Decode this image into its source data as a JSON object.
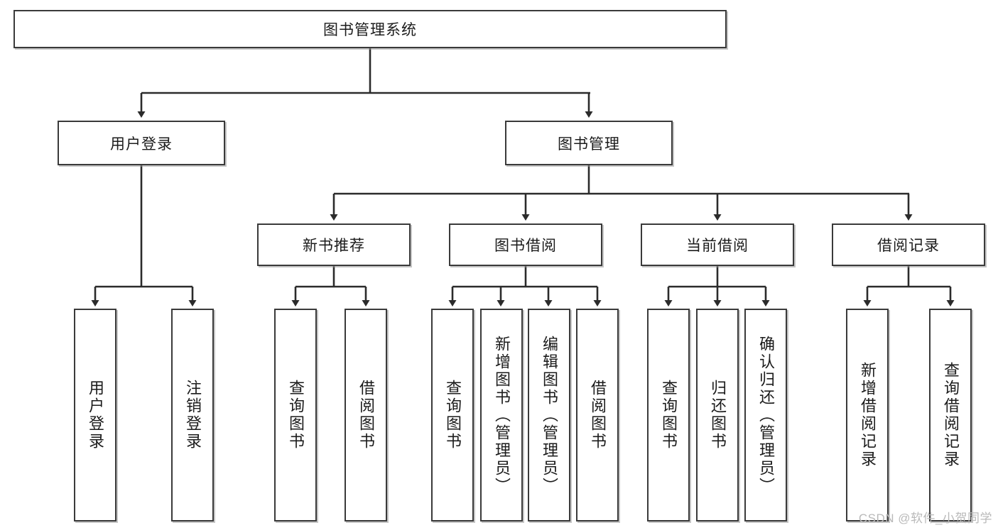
{
  "diagram": {
    "type": "tree",
    "title": "图书管理系统",
    "watermark": "CSDN @软件_小贺同学",
    "colors": {
      "box_border": "#3a3a3a",
      "box_fill": "#ffffff",
      "connector": "#2b2b2b",
      "text": "#1b1b1b",
      "watermark": "#b9b9b9"
    },
    "nodes": {
      "root": {
        "label": "图书管理系统",
        "level": 1,
        "orientation": "horizontal"
      },
      "l2": [
        {
          "id": "user-login",
          "label": "用户登录",
          "level": 2,
          "orientation": "horizontal"
        },
        {
          "id": "book-manage",
          "label": "图书管理",
          "level": 2,
          "orientation": "horizontal"
        }
      ],
      "l3": [
        {
          "id": "new-book-rec",
          "label": "新书推荐",
          "level": 3,
          "orientation": "horizontal"
        },
        {
          "id": "book-borrow",
          "label": "图书借阅",
          "level": 3,
          "orientation": "horizontal"
        },
        {
          "id": "current-borrow",
          "label": "当前借阅",
          "level": 3,
          "orientation": "horizontal"
        },
        {
          "id": "borrow-record",
          "label": "借阅记录",
          "level": 3,
          "orientation": "horizontal"
        }
      ],
      "leaves": [
        {
          "id": "leaf-user-login",
          "label": "用户登录",
          "parent": "user-login",
          "orientation": "vertical"
        },
        {
          "id": "leaf-logout",
          "label": "注销登录",
          "parent": "user-login",
          "orientation": "vertical"
        },
        {
          "id": "leaf-query-book-1",
          "label": "查询图书",
          "parent": "new-book-rec",
          "orientation": "vertical"
        },
        {
          "id": "leaf-borrow-book-1",
          "label": "借阅图书",
          "parent": "new-book-rec",
          "orientation": "vertical"
        },
        {
          "id": "leaf-query-book-2",
          "label": "查询图书",
          "parent": "book-borrow",
          "orientation": "vertical"
        },
        {
          "id": "leaf-add-book",
          "label": "新增图书（管理员）",
          "parent": "book-borrow",
          "orientation": "vertical"
        },
        {
          "id": "leaf-edit-book",
          "label": "编辑图书（管理员）",
          "parent": "book-borrow",
          "orientation": "vertical"
        },
        {
          "id": "leaf-borrow-book-2",
          "label": "借阅图书",
          "parent": "book-borrow",
          "orientation": "vertical"
        },
        {
          "id": "leaf-query-book-3",
          "label": "查询图书",
          "parent": "current-borrow",
          "orientation": "vertical"
        },
        {
          "id": "leaf-return-book",
          "label": "归还图书",
          "parent": "current-borrow",
          "orientation": "vertical"
        },
        {
          "id": "leaf-confirm-return",
          "label": "确认归还（管理员）",
          "parent": "current-borrow",
          "orientation": "vertical"
        },
        {
          "id": "leaf-add-record",
          "label": "新增借阅记录",
          "parent": "borrow-record",
          "orientation": "vertical"
        },
        {
          "id": "leaf-query-record",
          "label": "查询借阅记录",
          "parent": "borrow-record",
          "orientation": "vertical"
        }
      ]
    },
    "edges": [
      {
        "from": "root",
        "to": "user-login"
      },
      {
        "from": "root",
        "to": "book-manage"
      },
      {
        "from": "book-manage",
        "to": "new-book-rec"
      },
      {
        "from": "book-manage",
        "to": "book-borrow"
      },
      {
        "from": "book-manage",
        "to": "current-borrow"
      },
      {
        "from": "book-manage",
        "to": "borrow-record"
      },
      {
        "from": "user-login",
        "to": "leaf-user-login"
      },
      {
        "from": "user-login",
        "to": "leaf-logout"
      },
      {
        "from": "new-book-rec",
        "to": "leaf-query-book-1"
      },
      {
        "from": "new-book-rec",
        "to": "leaf-borrow-book-1"
      },
      {
        "from": "book-borrow",
        "to": "leaf-query-book-2"
      },
      {
        "from": "book-borrow",
        "to": "leaf-add-book"
      },
      {
        "from": "book-borrow",
        "to": "leaf-edit-book"
      },
      {
        "from": "book-borrow",
        "to": "leaf-borrow-book-2"
      },
      {
        "from": "current-borrow",
        "to": "leaf-query-book-3"
      },
      {
        "from": "current-borrow",
        "to": "leaf-return-book"
      },
      {
        "from": "current-borrow",
        "to": "leaf-confirm-return"
      },
      {
        "from": "borrow-record",
        "to": "leaf-add-record"
      },
      {
        "from": "borrow-record",
        "to": "leaf-query-record"
      }
    ]
  }
}
